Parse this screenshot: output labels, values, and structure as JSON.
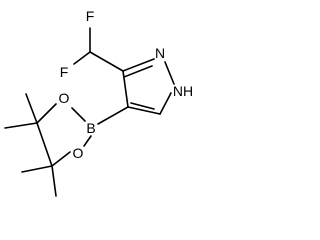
{
  "molecule": {
    "atoms": {
      "f_top": "F",
      "f_left": "F",
      "n_ring": "N",
      "nh": "NH",
      "boron": "B",
      "o_upper": "O",
      "o_lower": "O"
    }
  }
}
